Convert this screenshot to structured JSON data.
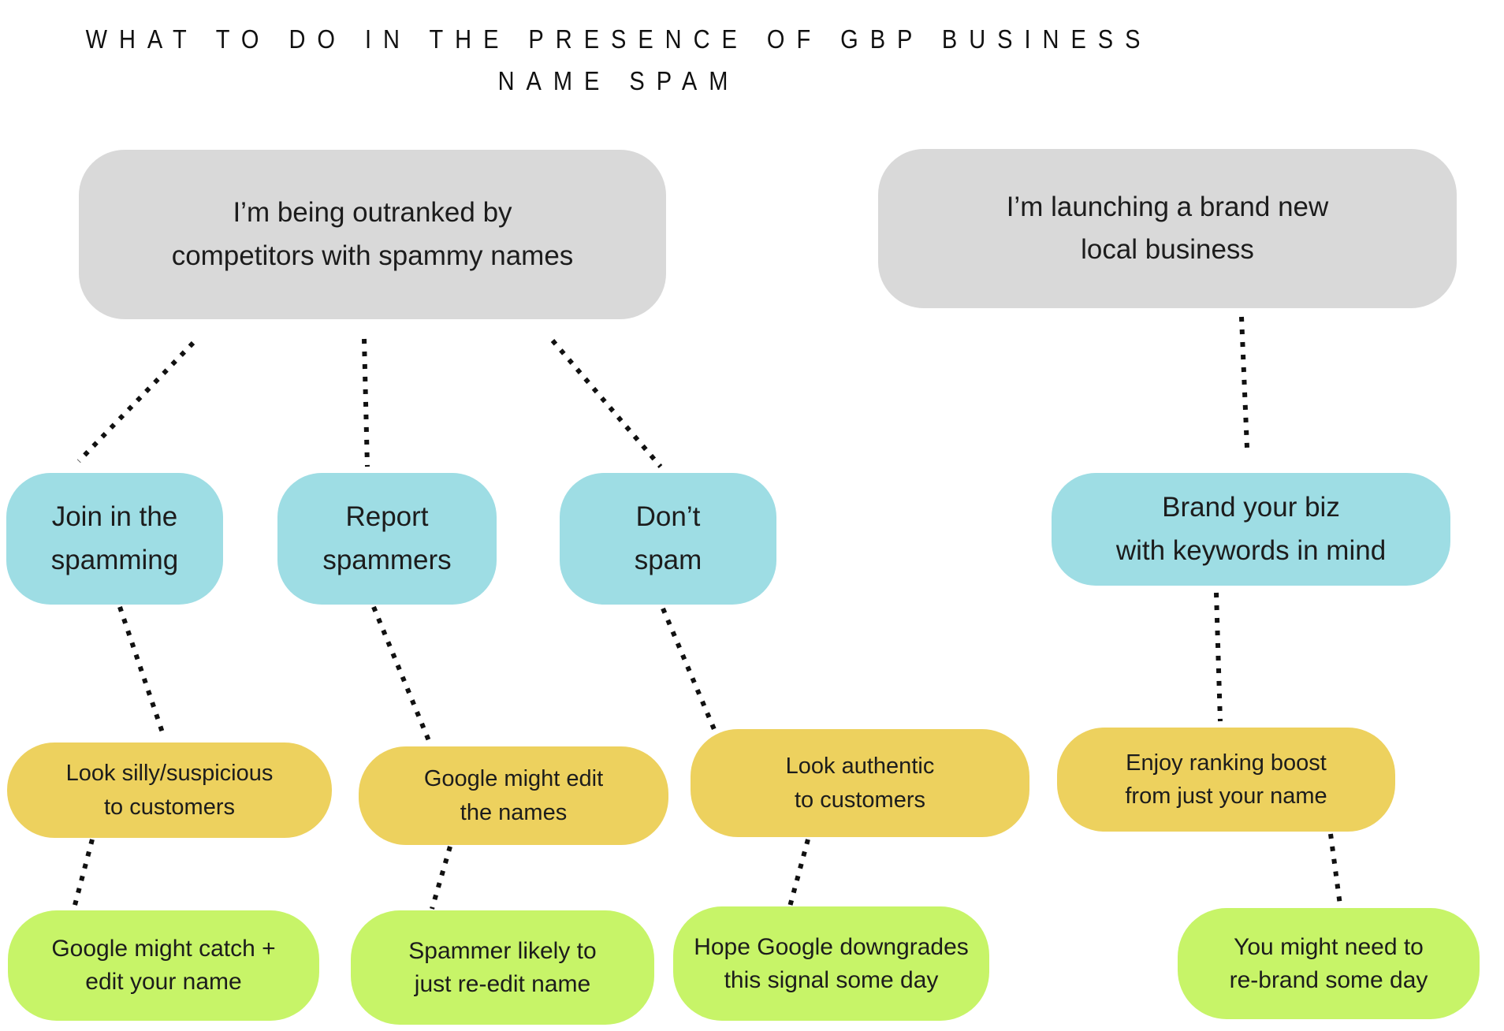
{
  "title": "WHAT TO DO IN THE PRESENCE OF GBP BUSINESS\nNAME SPAM",
  "colors": {
    "scenario": "#d9d9d9",
    "option": "#9edde4",
    "outcome": "#edd15e",
    "result": "#c7f468",
    "text": "#1c1c1c",
    "connector": "#111111",
    "bg": "#ffffff"
  },
  "nodes": {
    "scenario1": "I’m being outranked by\ncompetitors with spammy names",
    "scenario2": "I’m launching a brand new\nlocal business",
    "option1": "Join in the\nspamming",
    "option2": "Report\nspammers",
    "option3": "Don’t\nspam",
    "option4": "Brand your biz\nwith keywords in mind",
    "outcome1": "Look silly/suspicious\nto customers",
    "outcome2": "Google might edit\nthe names",
    "outcome3": "Look authentic\nto customers",
    "outcome4": "Enjoy ranking boost\nfrom just your name",
    "result1": "Google might catch +\nedit your name",
    "result2": "Spammer likely to\njust re-edit name",
    "result3": "Hope Google downgrades\nthis signal some day",
    "result4": "You might need to\nre-brand some day"
  }
}
